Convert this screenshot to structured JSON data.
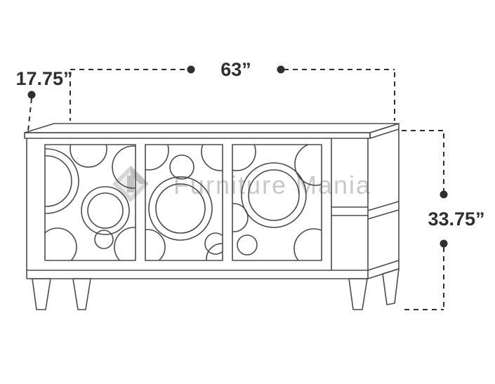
{
  "diagram": {
    "dimensions": {
      "width_label": "63”",
      "depth_label": "17.75”",
      "height_label": "33.75”"
    },
    "watermark": {
      "text": "Furniture Mania",
      "color": "#c9c9c9"
    },
    "colors": {
      "drawing_line": "#4b4b4d",
      "dimension_line": "#2f2f2f",
      "label_text": "#2f2f2f",
      "background": "#ffffff"
    }
  }
}
